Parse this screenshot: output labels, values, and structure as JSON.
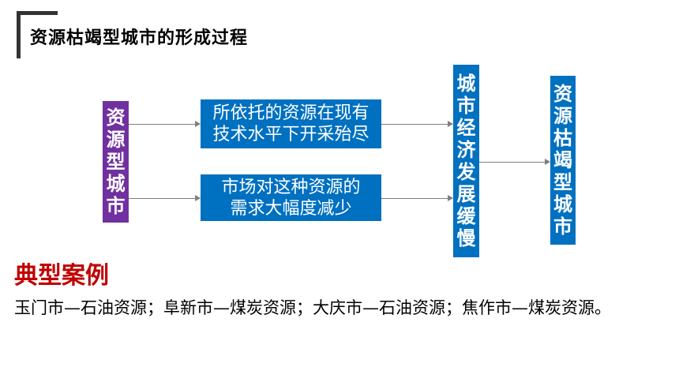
{
  "title": "资源枯竭型城市的形成过程",
  "left_box": {
    "label": "资源型城市",
    "color": "#7030a0"
  },
  "cause_boxes": [
    {
      "line1": "所依托的资源在现有",
      "line2": "技术水平下开采殆尽"
    },
    {
      "line1": "市场对这种资源的",
      "line2": "需求大幅度减少"
    }
  ],
  "middle_box": {
    "label": "城市经济发展缓慢"
  },
  "result_box": {
    "label": "资源枯竭型城市"
  },
  "box_color": "#0070c0",
  "arrow_color": "#7f7f7f",
  "section_heading": {
    "text": "典型案例",
    "color": "#c00000"
  },
  "cases_text": "玉门市—石油资源；阜新市—煤炭资源；大庆市—石油资源；焦作市—煤炭资源。"
}
